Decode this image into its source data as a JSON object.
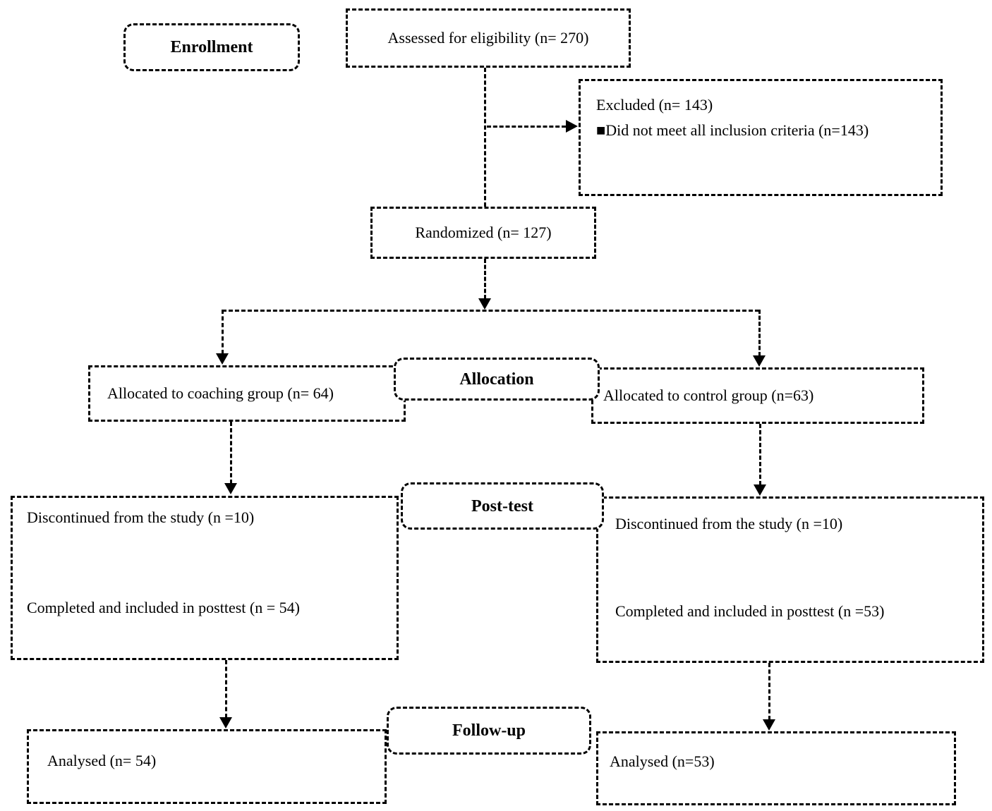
{
  "stages": {
    "enrollment": "Enrollment",
    "allocation": "Allocation",
    "posttest": "Post-test",
    "followup": "Follow-up"
  },
  "nodes": {
    "assessed": "Assessed for eligibility (n= 270)",
    "excluded_line1": "Excluded (n= 143)",
    "excluded_line2": "■Did not meet all inclusion criteria (n=143)",
    "randomized": "Randomized (n= 127)",
    "allocated_coaching": "Allocated to coaching group (n= 64)",
    "allocated_control": "Allocated to control group (n=63)",
    "coaching_discontinued": "Discontinued from the study (n =10)",
    "coaching_completed": "Completed and included in posttest (n = 54)",
    "control_discontinued": "Discontinued from the study (n =10)",
    "control_completed": "Completed and included in posttest (n =53)",
    "analysed_coaching": "Analysed (n= 54)",
    "analysed_control": "Analysed (n=53)"
  },
  "colors": {
    "line": "#000000",
    "background": "#ffffff",
    "text": "#000000"
  }
}
